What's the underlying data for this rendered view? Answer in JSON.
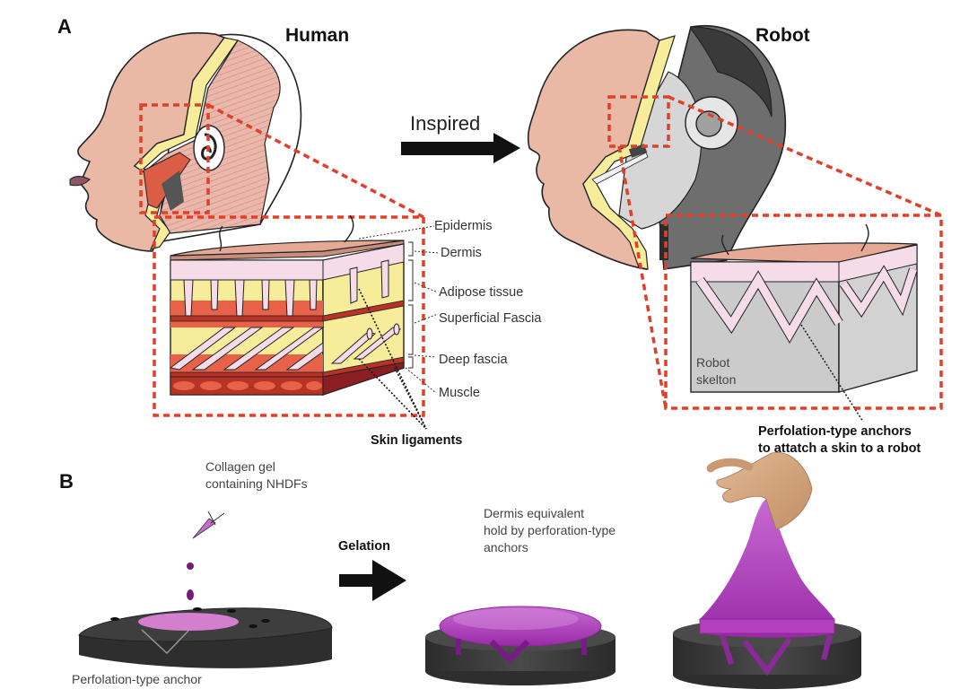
{
  "figure": {
    "panel_a": {
      "letter": "A",
      "human_title": "Human",
      "robot_title": "Robot",
      "arrow_label": "Inspired",
      "human_layer_labels": [
        "Epidermis",
        "Dermis",
        "Adipose tissue",
        "Superficial Fascia",
        "Deep fascia",
        "Muscle"
      ],
      "human_callout": "Skin ligaments",
      "robot_skeleton_label": [
        "Robot",
        "skelton"
      ],
      "robot_callout": [
        "Perfolation-type anchors",
        "to attatch a skin to a robot"
      ]
    },
    "panel_b": {
      "letter": "B",
      "gel_label": [
        "Collagen gel",
        "containing NHDFs"
      ],
      "anchor_label": "Perfolation-type anchor",
      "arrow_label": "Gelation",
      "dermis_label": [
        "Dermis equivalent",
        "hold by perforation-type",
        "anchors"
      ]
    },
    "colors": {
      "skin": "#e9b9a6",
      "yellow_layer": "#f6ec9a",
      "dermis_pink": "#f6dbe9",
      "fascia_red": "#e8624a",
      "muscle_dark": "#a8272a",
      "callout_red": "#e0402a",
      "robot_grey_light": "#d6d6d6",
      "robot_grey_mid": "#6e6e6e",
      "robot_grey_dark": "#3c3c3c",
      "gel_purple": "#b43fc0",
      "base_dark": "#3a3a3a",
      "hand": "#d9ac85"
    }
  }
}
